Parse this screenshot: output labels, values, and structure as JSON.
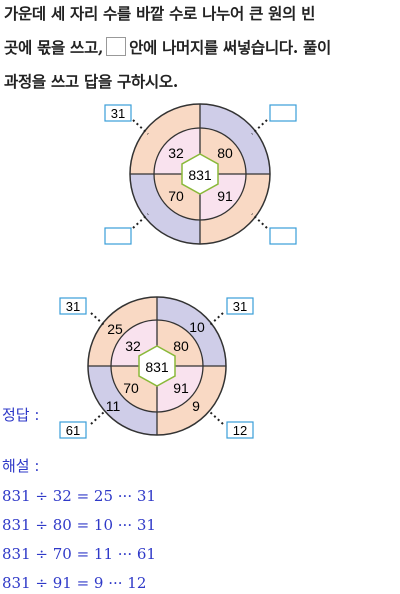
{
  "question": {
    "line1": "가운데 세 자리 수를 바깥 수로 나누어 큰 원의 빈",
    "line2_before": "곳에 몫을 쓰고,",
    "line2_after": "안에 나머지를 써넣습니다. 풀이",
    "line3": "과정을 쓰고 답을 구하시오."
  },
  "figure1": {
    "center": "831",
    "inner": {
      "top_left": "32",
      "top_right": "80",
      "bottom_left": "70",
      "bottom_right": "91"
    },
    "boxes": {
      "top_left": "31",
      "top_right": "",
      "bottom_left": "",
      "bottom_right": ""
    }
  },
  "figure2": {
    "center": "831",
    "inner": {
      "top_left": "32",
      "top_right": "80",
      "bottom_left": "70",
      "bottom_right": "91"
    },
    "outer": {
      "top_left": "25",
      "top_right": "10",
      "bottom_left": "11",
      "bottom_right": "9"
    },
    "boxes": {
      "top_left": "31",
      "top_right": "31",
      "bottom_left": "61",
      "bottom_right": "12"
    }
  },
  "answer_label": "정답 :",
  "explanation_label": "해설 :",
  "explanation": [
    "831 ÷ 32 = 25 ··· 31",
    "831 ÷ 80 = 10 ··· 31",
    "831 ÷ 70 = 11 ··· 61",
    "831 ÷ 91 = 9 ··· 12"
  ],
  "colors": {
    "peach": "#f9d9c4",
    "lavender": "#cfcde8",
    "pink": "#f9e2ee",
    "hexagon": "#8ab93a",
    "box": "#3a9ed8",
    "answer": "#2f39c8"
  }
}
